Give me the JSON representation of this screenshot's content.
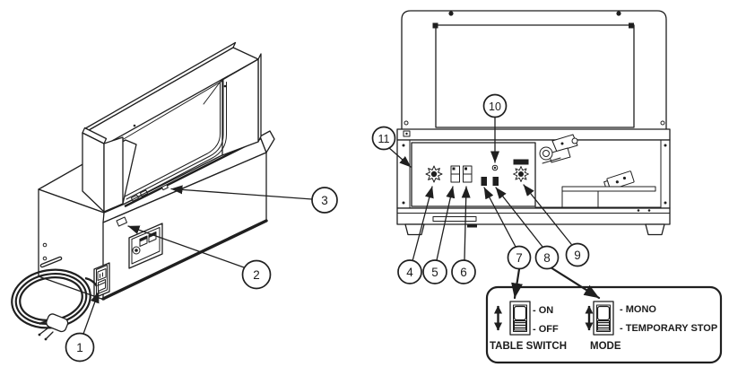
{
  "diagram": {
    "background": "#ffffff",
    "line_color": "#1f1f1f"
  },
  "callouts": [
    "1",
    "2",
    "3",
    "4",
    "5",
    "6",
    "7",
    "8",
    "9",
    "10",
    "11"
  ],
  "inset": {
    "table_switch": {
      "label": "TABLE SWITCH",
      "positions": [
        "- ON",
        "- OFF"
      ]
    },
    "mode": {
      "label": "MODE",
      "positions": [
        "- MONO",
        "- TEMPORARY STOP"
      ]
    }
  }
}
